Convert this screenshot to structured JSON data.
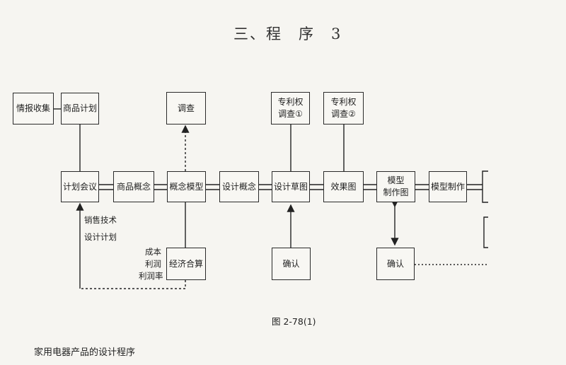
{
  "heading": "三、程　序　3",
  "nodes": {
    "info_collection": "情报收集",
    "product_plan": "商品计划",
    "survey": "调查",
    "patent_survey_1": "专利权\n调查①",
    "patent_survey_2": "专利权\n调查②",
    "planning_meeting": "计划会议",
    "product_concept": "商品概念",
    "concept_model": "概念模型",
    "design_concept": "设计概念",
    "design_sketch": "设计草图",
    "rendering": "效果图",
    "model_drawing": "模型\n制作图",
    "model_making": "模型制作",
    "confirm_1": "确认",
    "confirm_2": "确认",
    "economic_calc": "经济合算"
  },
  "notes": {
    "sales_tech": "销售技术",
    "design_plan": "设计计划",
    "cost": "成本",
    "profit": "利润",
    "profit_rate": "利润率"
  },
  "caption": "图 2-78(1)",
  "footer": "家用电器产品的设计程序"
}
